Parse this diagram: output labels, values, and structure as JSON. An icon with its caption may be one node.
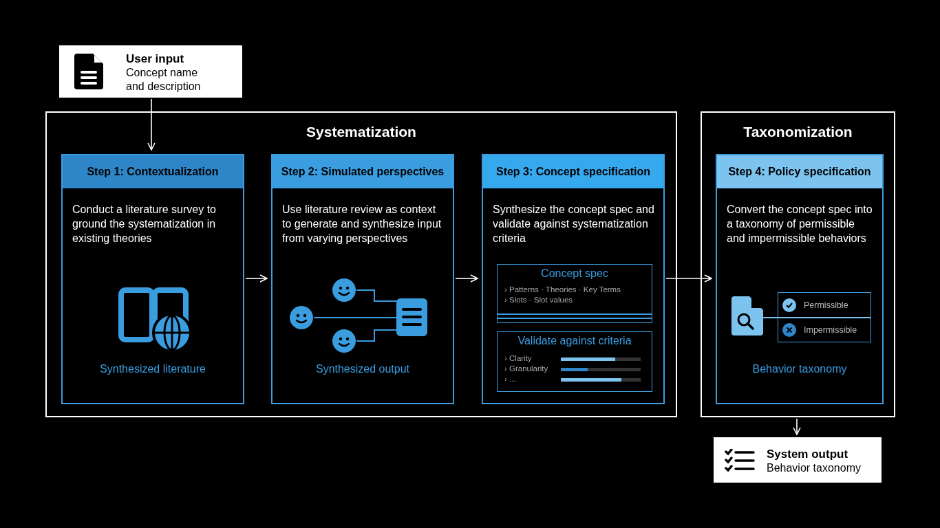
{
  "diagram": {
    "nodes": [
      {
        "text": [
          "User input",
          "Concept name and description"
        ]
      },
      {
        "text": [
          "Systematization"
        ]
      },
      {
        "text": [
          "Step 1: Contextualization",
          "Conduct a literature survey to ground the systematization in existing theories",
          "Synthesized literature"
        ],
        "in": 1
      },
      {
        "text": [
          "Step 2: Simulated perspectives",
          "Use literature review as context to generate and synthesize input from varying perspectives",
          "Synthesized output"
        ],
        "in": 1
      },
      {
        "text": [
          "Step 3: Concept specification",
          "Synthesize the concept spec and validate against systematization criteria"
        ],
        "in": 1
      },
      {
        "text": [
          "Concept spec",
          "› Patterns · Theories · Key Terms",
          "› Slots · Slot values"
        ],
        "in": 4
      },
      {
        "text": [
          "Validate against criteria",
          "› Clarity",
          "› Granularity",
          "› ..."
        ],
        "in": 4
      },
      {
        "text": [
          "Taxonomization"
        ]
      },
      {
        "text": [
          "Step 4: Policy specification",
          "Convert the concept spec into a taxonomy of permissible and impermissible behaviors",
          "Behavior taxonomy"
        ],
        "in": 7
      },
      {
        "text": [
          "Permissible",
          "Impermissible"
        ],
        "in": 8
      },
      {
        "text": [
          "System output",
          "Behavior taxonomy"
        ]
      }
    ],
    "edges": [
      {
        "from": 0,
        "to": 2,
        "arrow": "to"
      },
      {
        "from": 2,
        "to": 3,
        "arrow": "to"
      },
      {
        "from": 3,
        "to": 4,
        "arrow": "to"
      },
      {
        "from": 4,
        "to": 8,
        "arrow": "to"
      },
      {
        "from": 7,
        "to": 10,
        "arrow": "to"
      }
    ]
  }
}
